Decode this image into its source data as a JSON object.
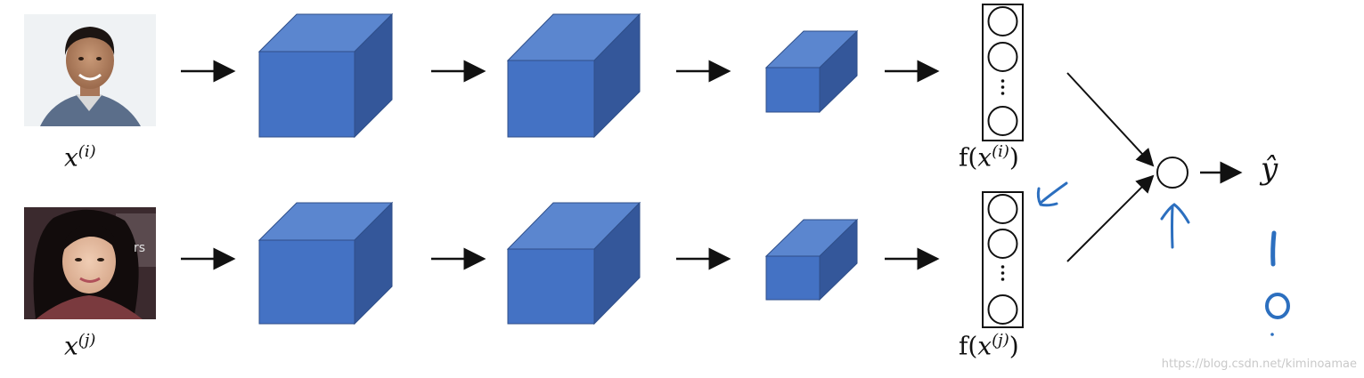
{
  "labels": {
    "input_top_base": "x",
    "input_top_sup": "(i)",
    "input_bottom_base": "x",
    "input_bottom_sup": "(j)",
    "encoding_top_prefix": "f(",
    "encoding_top_base": "x",
    "encoding_top_sup": "(i)",
    "encoding_top_suffix": ")",
    "encoding_bottom_prefix": "f(",
    "encoding_bottom_base": "x",
    "encoding_bottom_sup": "(j)",
    "encoding_bottom_suffix": ")",
    "output": "ŷ"
  },
  "annotations": {
    "one": "1",
    "zero": "0"
  },
  "watermark": "https://blog.csdn.net/kiminoamae",
  "colors": {
    "cube_front": "#4472c4",
    "cube_top": "#5b86cf",
    "cube_side": "#34579a",
    "ink": "#111111",
    "handwriting": "#2c6fbf"
  },
  "icons": {
    "photo_top": "face-photo-man",
    "photo_bottom": "face-photo-woman"
  }
}
